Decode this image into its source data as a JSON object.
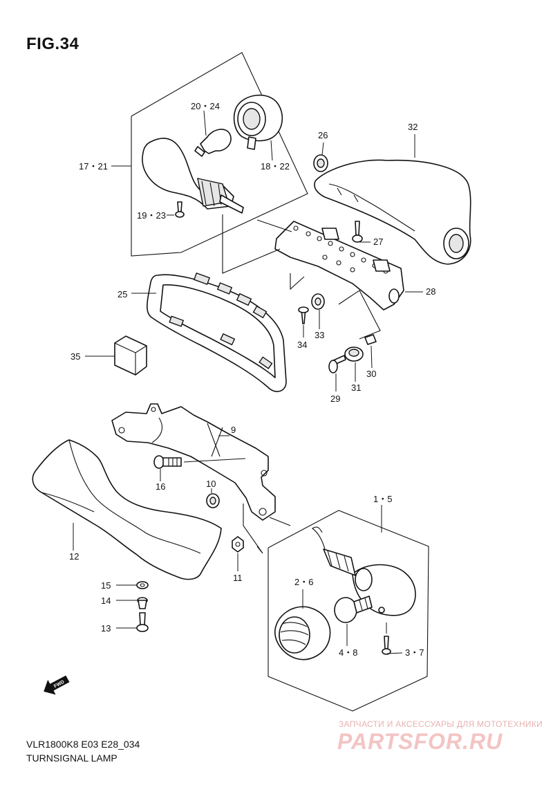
{
  "figure": {
    "title": "FIG.34",
    "model_code": "VLR1800K8 E03 E28_034",
    "name": "TURNSIGNAL LAMP"
  },
  "watermark": {
    "tagline": "ЗАПЧАСТИ И АКСЕССУАРЫ ДЛЯ МОТОТЕХНИКИ",
    "logo": "PARTSFOR.RU"
  },
  "labels": {
    "p20_24": "20・24",
    "p17_21": "17・21",
    "p18_22": "18・22",
    "p19_23": "19・23",
    "p26": "26",
    "p32": "32",
    "p27": "27",
    "p28": "28",
    "p25": "25",
    "p34": "34",
    "p33": "33",
    "p35": "35",
    "p30": "30",
    "p31": "31",
    "p29": "29",
    "p9": "9",
    "p16": "16",
    "p10": "10",
    "p12": "12",
    "p11": "11",
    "p1_5": "1・5",
    "p2_6": "2・6",
    "p4_8": "4・8",
    "p3_7": "3・7",
    "p15": "15",
    "p14": "14",
    "p13": "13",
    "fwd": "FWD"
  },
  "icons": {
    "fwd_arrow": "forward-arrow-icon"
  }
}
